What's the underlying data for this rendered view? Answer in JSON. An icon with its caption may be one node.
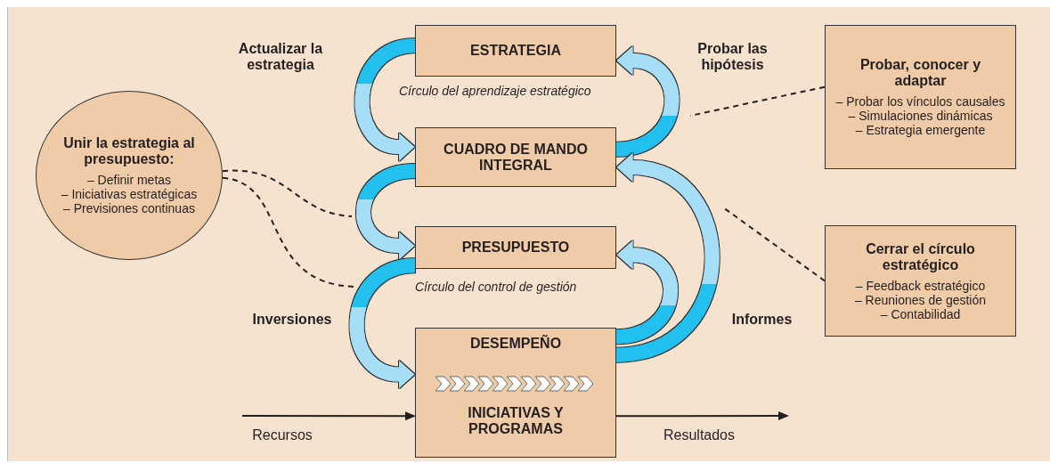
{
  "diagram": {
    "nodes": [
      {
        "text": [
          "ESTRATEGIA"
        ]
      },
      {
        "text": [
          "CUADRO DE MANDO INTEGRAL"
        ]
      },
      {
        "text": [
          "PRESUPUESTO"
        ]
      },
      {
        "text": [
          "DESEMPEÑO",
          "INICIATIVAS Y PROGRAMAS"
        ]
      },
      {
        "text": [
          "Unir la estrategia al presupuesto:",
          "– Definir metas",
          "– Iniciativas estratégicas",
          "– Previsiones continuas"
        ]
      },
      {
        "text": [
          "Probar, conocer y adaptar",
          "– Probar los vínculos causales",
          "– Simulaciones dinámicas",
          "– Estrategia emergente"
        ]
      },
      {
        "text": [
          "Cerrar el círculo estratégico",
          "– Feedback estratégico",
          "– Reuniones de gestión",
          "– Contabilidad"
        ]
      }
    ],
    "edges": [
      {
        "from": 0,
        "to": 1,
        "arrow": "to",
        "label": "Actualizar la estrategia"
      },
      {
        "from": 1,
        "to": 2,
        "arrow": "to"
      },
      {
        "from": 2,
        "to": 3,
        "arrow": "to",
        "label": "Inversiones"
      },
      {
        "from": 1,
        "to": 0,
        "arrow": "to",
        "label": "Probar las hipótesis"
      },
      {
        "from": 3,
        "to": 1,
        "arrow": "to",
        "label": "Informes"
      },
      {
        "from": 3,
        "to": 2,
        "arrow": "to"
      },
      {
        "from": null,
        "to": 3,
        "arrow": "to",
        "label": "Recursos"
      },
      {
        "from": 3,
        "to": null,
        "arrow": "to",
        "label": "Resultados"
      },
      {
        "from": 4,
        "to": null,
        "arrow": "none",
        "style": "dashed"
      },
      {
        "from": 4,
        "to": null,
        "arrow": "none",
        "style": "dashed"
      },
      {
        "from": 5,
        "to": null,
        "arrow": "none",
        "style": "dashed"
      },
      {
        "from": 6,
        "to": null,
        "arrow": "none",
        "style": "dashed"
      }
    ],
    "labels": [
      "Círculo del aprendizaje estratégico",
      "Círculo del control de gestión"
    ]
  }
}
